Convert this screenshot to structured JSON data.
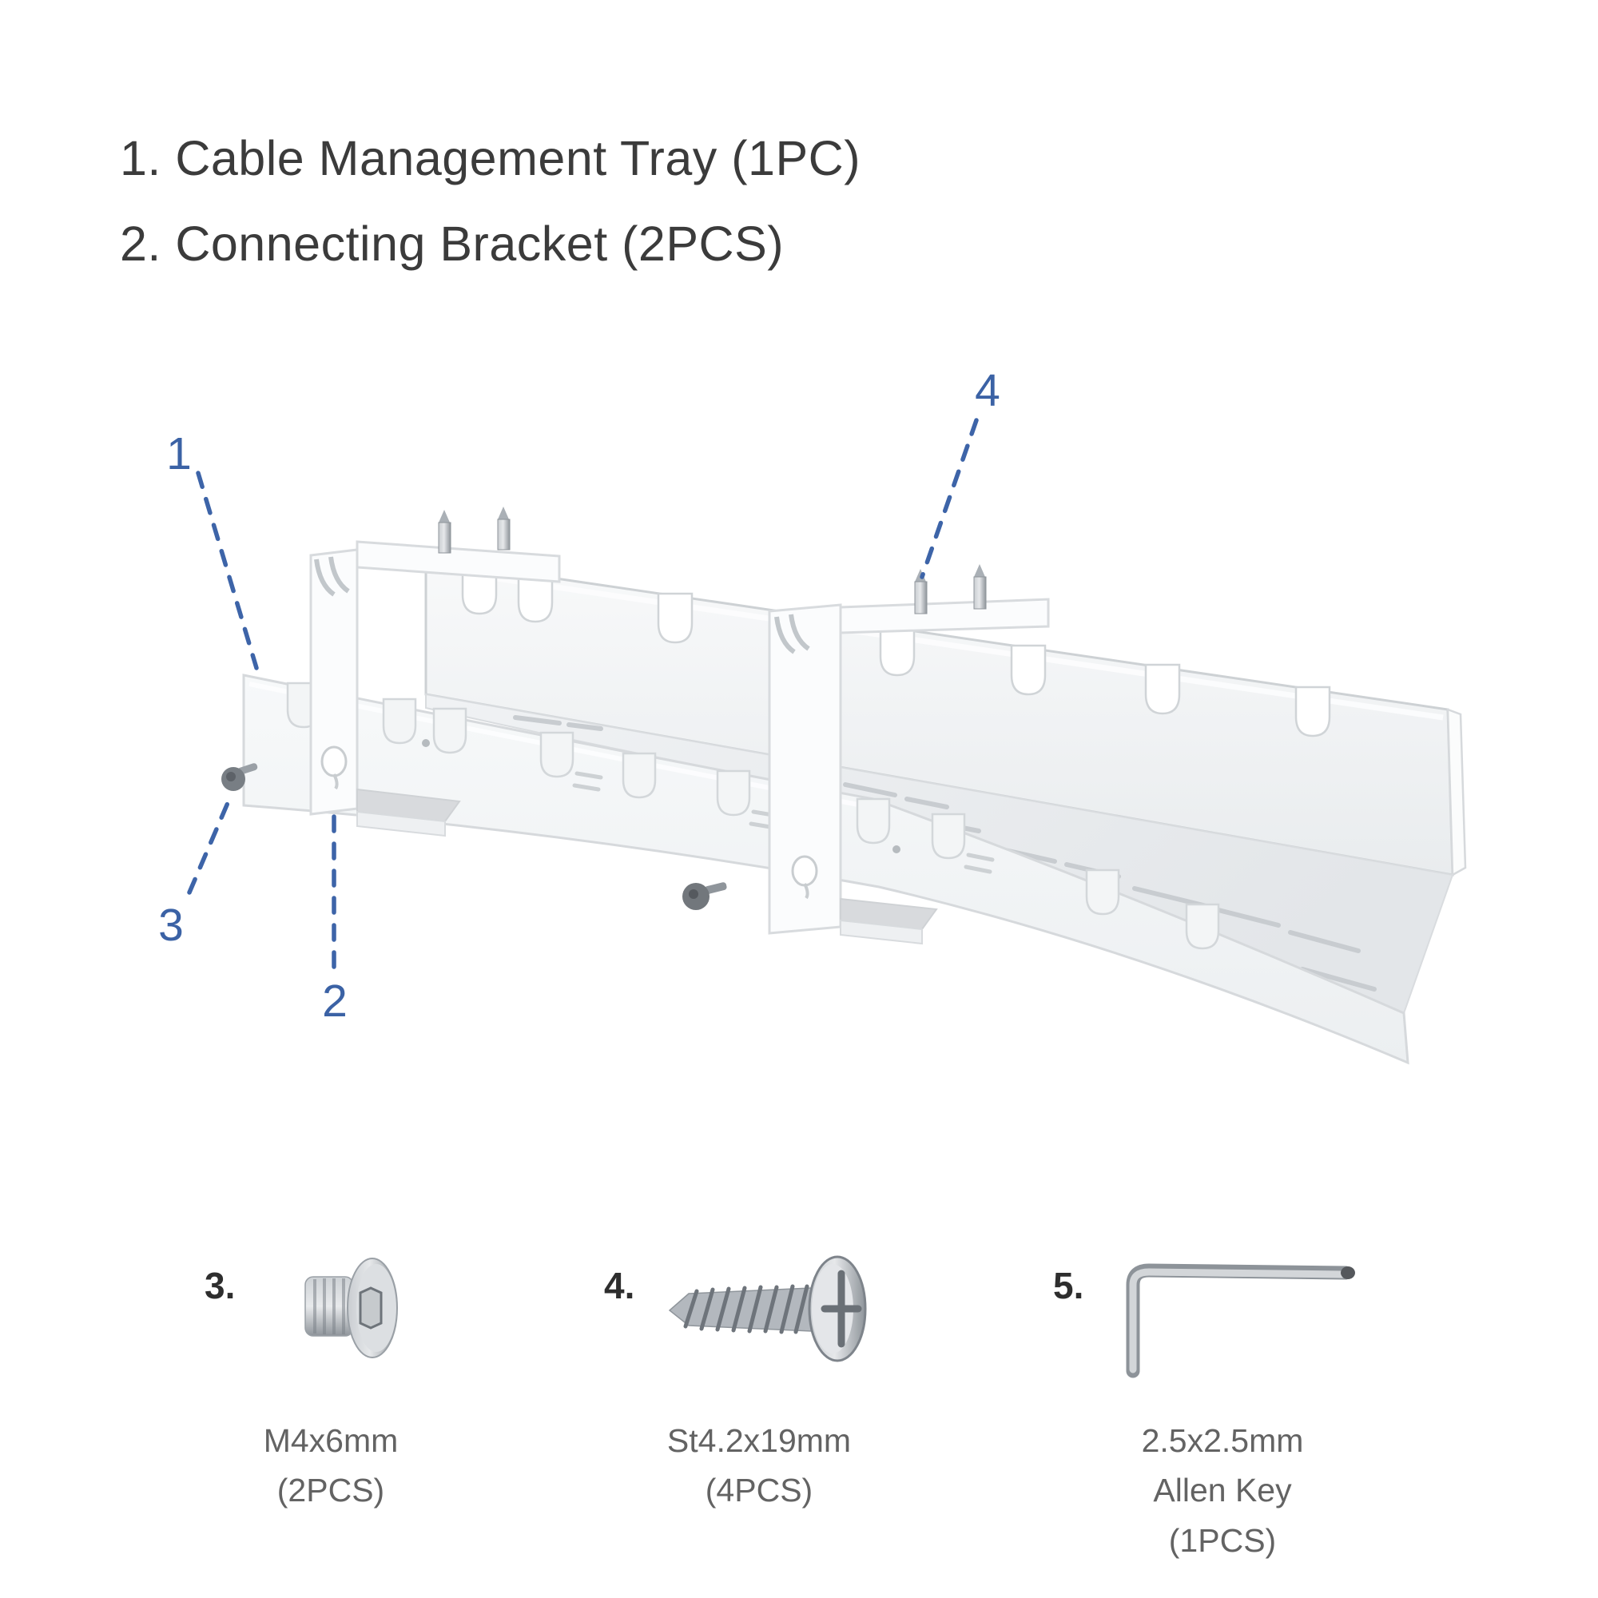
{
  "legend": {
    "line1": "1. Cable Management Tray (1PC)",
    "line2": "2. Connecting Bracket (2PCS)"
  },
  "callouts": {
    "tray": "1",
    "bracket": "2",
    "machine_screw": "3",
    "mounting_screw": "4"
  },
  "parts": [
    {
      "number": "3.",
      "name": "M4x6mm",
      "qty": "(2PCS)",
      "icon": "socket-flat-screw-icon"
    },
    {
      "number": "4.",
      "name": "St4.2x19mm",
      "qty": "(4PCS)",
      "icon": "phillips-pan-screw-icon"
    },
    {
      "number": "5.",
      "name": "2.5x2.5mm",
      "name_line2": "Allen Key",
      "qty": "(1PCS)",
      "icon": "allen-key-icon"
    }
  ],
  "colors": {
    "callout_blue": "#3b62a5",
    "leader_blue": "#3d64a8",
    "heading_text": "#3b3b3b",
    "caption_text": "#636363",
    "tray_white": "#f6f8f9",
    "edge_gray": "#d4d7da",
    "metal_gray": "#9aa0a6"
  }
}
